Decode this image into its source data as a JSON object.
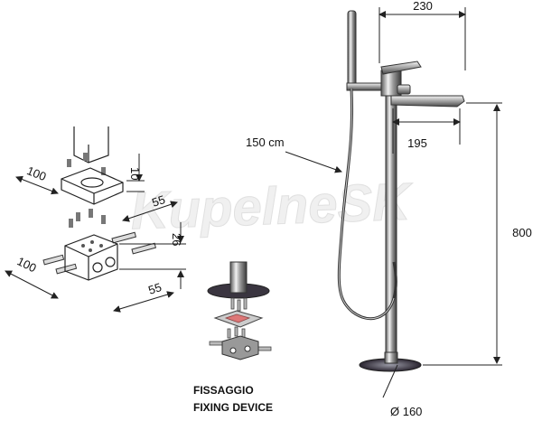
{
  "watermark": "KupelneSK",
  "dimensions": {
    "spout_reach": "230",
    "hose_length": "150 cm",
    "spout_length": "195",
    "total_height": "800",
    "base_diameter": "Ø 160",
    "plate_width": "100",
    "plate_height": "10",
    "plate_depth": "55",
    "block_height": "26",
    "block_width": "100",
    "block_depth": "55"
  },
  "caption": {
    "line1": "FISSAGGIO",
    "line2": "FIXING DEVICE"
  },
  "colors": {
    "ink": "#111111",
    "chrome_dark": "#3a3a3a",
    "chrome_light": "#d9d9d9",
    "watermark": "#e6e6e6"
  }
}
